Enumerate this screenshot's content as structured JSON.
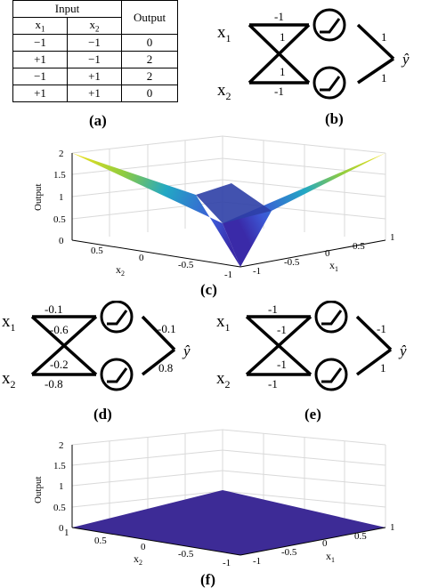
{
  "table": {
    "header_group": "Input",
    "header_output": "Output",
    "col_x1": "x",
    "col_x1_sub": "1",
    "col_x2": "x",
    "col_x2_sub": "2",
    "rows": [
      [
        "−1",
        "−1",
        "0"
      ],
      [
        "+1",
        "−1",
        "2"
      ],
      [
        "−1",
        "+1",
        "2"
      ],
      [
        "+1",
        "+1",
        "0"
      ]
    ],
    "caption": "(a)"
  },
  "networks": {
    "b": {
      "caption": "(b)",
      "w11": "-1",
      "w12": "1",
      "w21": "1",
      "w22": "-1",
      "v1": "1",
      "v2": "1"
    },
    "d": {
      "caption": "(d)",
      "w11": "-0.1",
      "w12": "-0.6",
      "w21": "-0.2",
      "w22": "-0.8",
      "v1": "-0.1",
      "v2": "0.8"
    },
    "e": {
      "caption": "(e)",
      "w11": "-1",
      "w12": "-1",
      "w21": "-1",
      "w22": "-1",
      "v1": "-1",
      "v2": "1"
    },
    "x1": "x",
    "x1_sub": "1",
    "x2": "x",
    "x2_sub": "2",
    "yhat": "ŷ"
  },
  "plot_c": {
    "caption": "(c)",
    "zlabel": "Output",
    "xlabel_main": "x",
    "xlabel_sub": "1",
    "ylabel_main": "x",
    "ylabel_sub": "2",
    "z_ticks": [
      "0",
      "0.5",
      "1",
      "1.5",
      "2"
    ],
    "x1_ticks": [
      "1",
      "0.5",
      "0",
      "-0.5",
      "-1"
    ],
    "x2_ticks": [
      "0.5",
      "0",
      "-0.5",
      "-1"
    ],
    "colors": {
      "high": "#f5e21a",
      "mid": "#2fb3b0",
      "low": "#3a2aa8"
    }
  },
  "plot_f": {
    "caption": "(f)",
    "zlabel": "Output",
    "xlabel_main": "x",
    "xlabel_sub": "1",
    "ylabel_main": "x",
    "ylabel_sub": "2",
    "z_ticks": [
      "0",
      "0.5",
      "1",
      "1.5",
      "2"
    ],
    "x1_ticks": [
      "1",
      "0.5",
      "0",
      "-0.5",
      "-1"
    ],
    "x2_ticks": [
      "1",
      "0.5",
      "0",
      "-0.5",
      "-1"
    ],
    "colors": {
      "surface": "#3d2b96"
    }
  },
  "chart_data": [
    {
      "type": "surface",
      "panel": "(c)",
      "zlabel": "Output",
      "xlabel": "x1",
      "ylabel": "x2",
      "x": [
        -1,
        1
      ],
      "y": [
        -1,
        1
      ],
      "z_function": "|x1 - x2|",
      "points": [
        [
          -1,
          -1,
          0
        ],
        [
          1,
          -1,
          2
        ],
        [
          -1,
          1,
          2
        ],
        [
          1,
          1,
          0
        ]
      ],
      "zlim": [
        0,
        2
      ]
    },
    {
      "type": "surface",
      "panel": "(f)",
      "zlabel": "Output",
      "xlabel": "x1",
      "ylabel": "x2",
      "x": [
        -1,
        1
      ],
      "y": [
        -1,
        1
      ],
      "z_function": "0",
      "points": [
        [
          -1,
          -1,
          0
        ],
        [
          1,
          -1,
          0
        ],
        [
          -1,
          1,
          0
        ],
        [
          1,
          1,
          0
        ]
      ],
      "zlim": [
        0,
        2
      ]
    }
  ]
}
